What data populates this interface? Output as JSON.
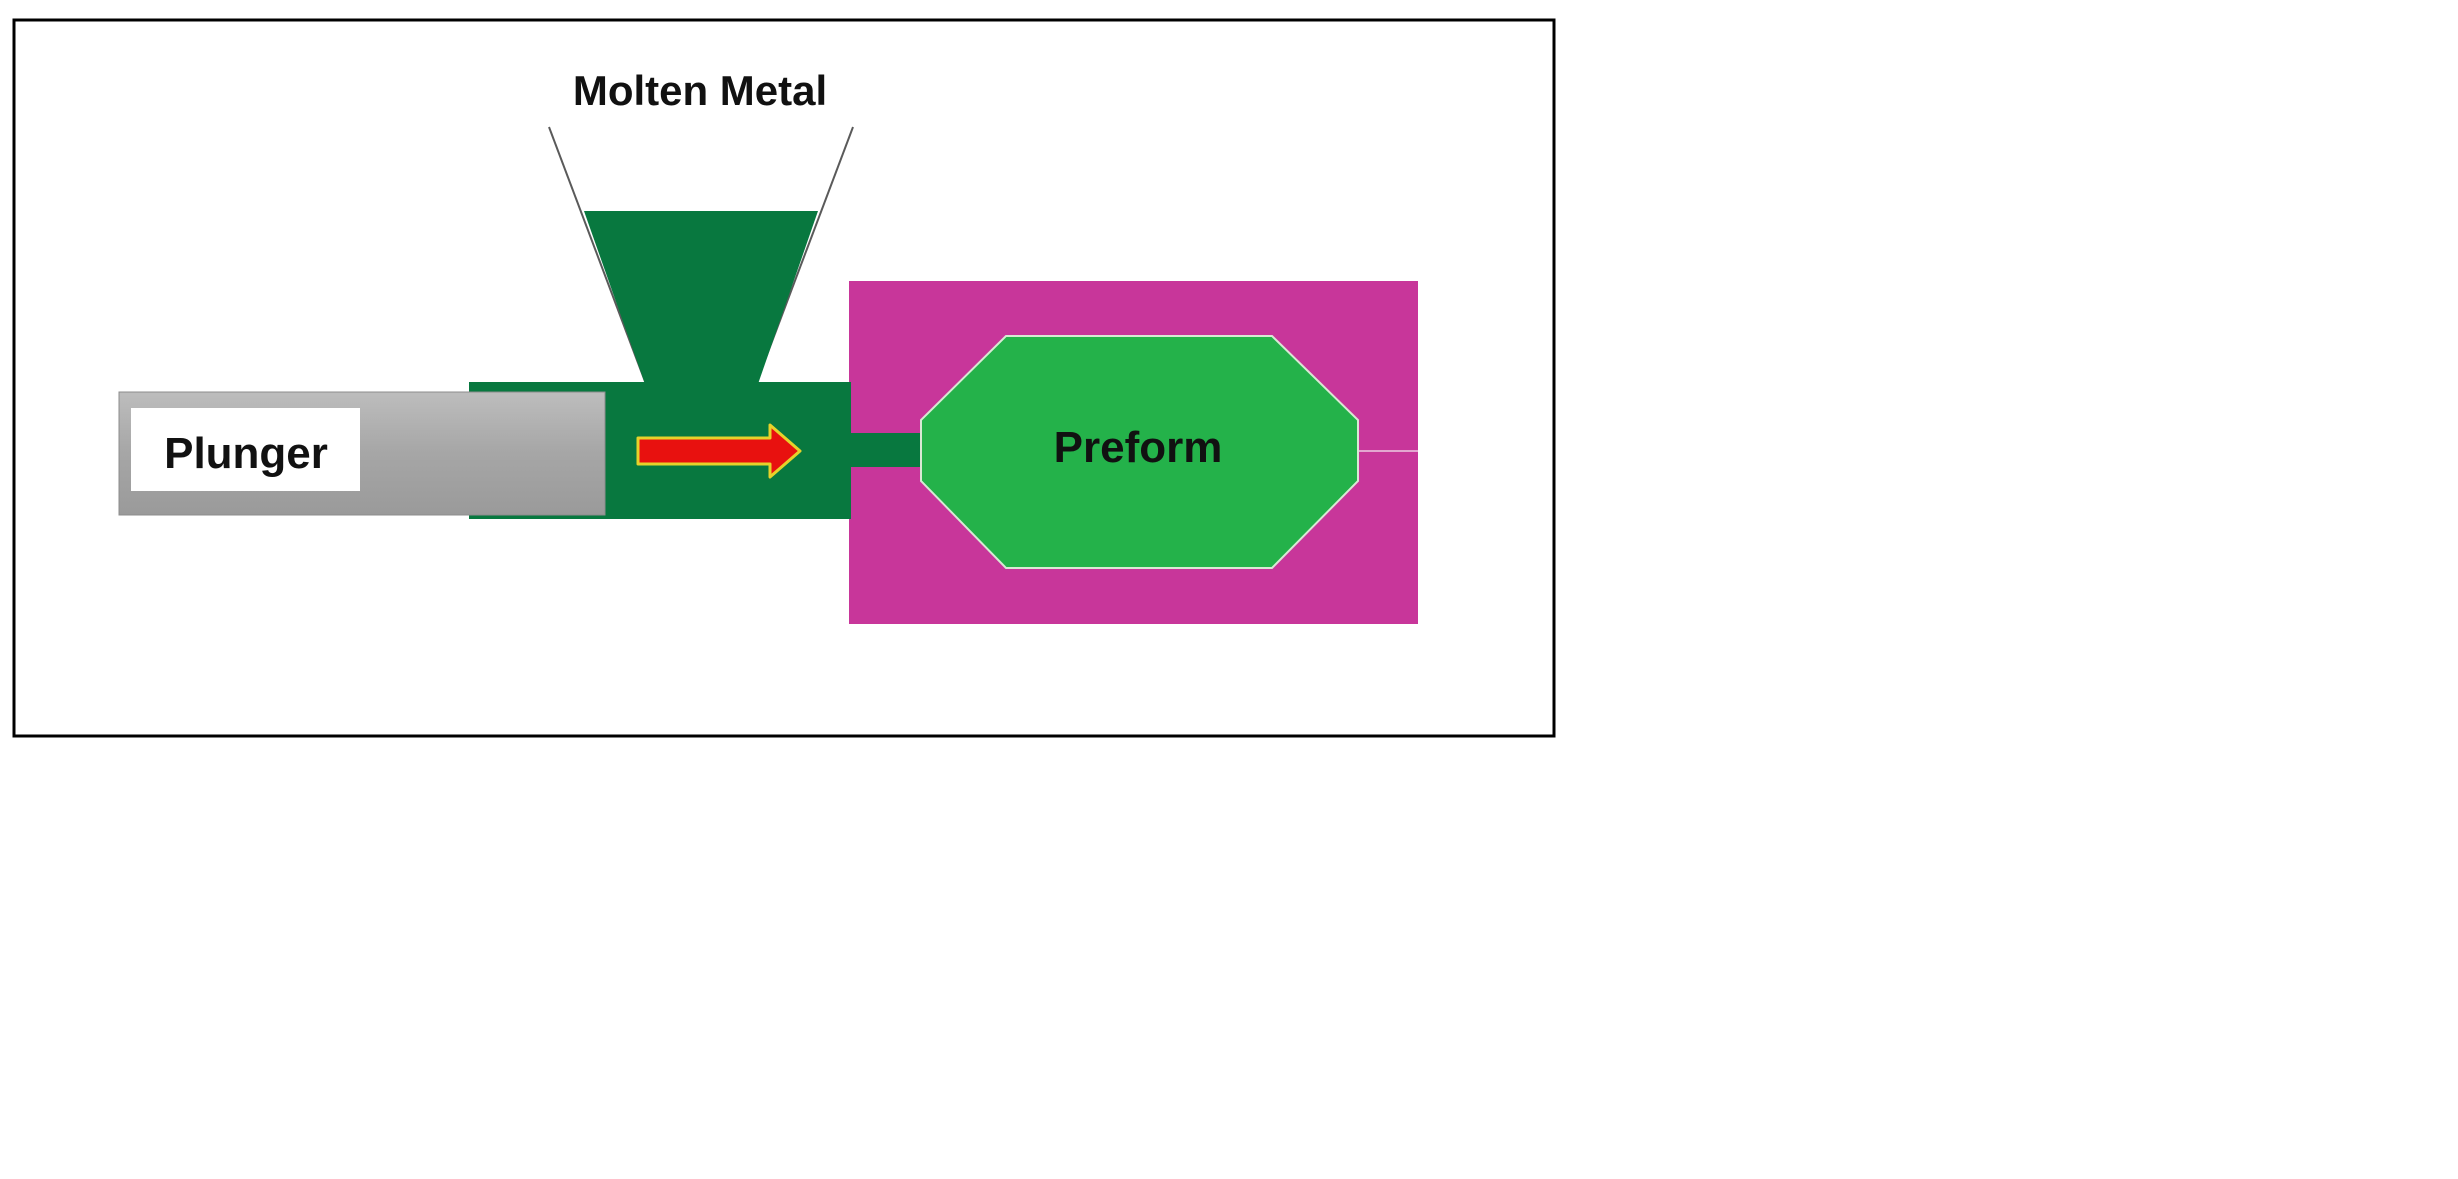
{
  "labels": {
    "molten_metal": "Molten Metal",
    "plunger": "Plunger",
    "preform": "Preform"
  },
  "colors": {
    "frame": "#000000",
    "background": "#ffffff",
    "molten_metal": "#08783f",
    "plunger": "#a8a8a8",
    "plunger_label_box": "#ffffff",
    "die": "#c8369a",
    "preform": "#24b24a",
    "arrow_fill": "#e8110f",
    "arrow_outline": "#e6d22a"
  }
}
